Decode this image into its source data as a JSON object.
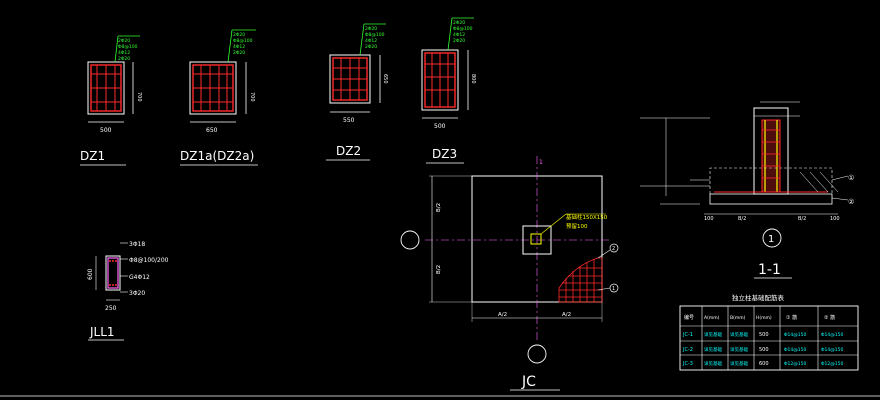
{
  "drawing": {
    "colors": {
      "background": "#000000",
      "outline": "#ffffff",
      "rebar": "#ff2a2a",
      "annotation": "#33ff33",
      "dimension": "#ffffff",
      "centerline": "#ff66ff",
      "highlight": "#ffff00",
      "axis_bubble": "#ffffff"
    },
    "columns": [
      {
        "name": "DZ1",
        "width": "500",
        "height": "700",
        "rebar_note": [
          "2Φ20",
          "Φ8@100",
          "4Φ12",
          "2Φ20"
        ]
      },
      {
        "name": "DZ1a(DZ2a)",
        "width": "650",
        "height": "700",
        "rebar_note": [
          "2Φ20",
          "Φ8@100",
          "4Φ12",
          "2Φ20"
        ]
      },
      {
        "name": "DZ2",
        "width": "550",
        "height": "650",
        "rebar_note": [
          "2Φ20",
          "Φ8@100",
          "4Φ12",
          "2Φ20"
        ]
      },
      {
        "name": "DZ3",
        "width": "500",
        "height": "800",
        "rebar_note": [
          "2Φ20",
          "Φ8@100",
          "4Φ12",
          "2Φ20"
        ]
      }
    ],
    "beam": {
      "name": "JLL1",
      "width": "250",
      "height": "600",
      "notes": [
        "3Φ18",
        "Φ8@100/200",
        "G4Φ12",
        "3Φ20"
      ]
    },
    "foundation_plan": {
      "name": "JC",
      "dim_half_x": "A/2",
      "dim_half_y": "B/2",
      "column_note": [
        "基础柱150X150",
        "预留100"
      ],
      "section_tag": "1",
      "bubble_1": "1",
      "bubble_2": "2"
    },
    "section": {
      "name": "1-1",
      "bubble": "1",
      "tags": [
        "①",
        "②"
      ],
      "dims_bottom": [
        "100",
        "B/2",
        "B/2",
        "100"
      ]
    },
    "table": {
      "title": "独立柱基础配筋表",
      "headers": [
        "编号",
        "A(mm)",
        "B(mm)",
        "H(mm)",
        "① 筋",
        "② 筋"
      ],
      "rows": [
        [
          "JC-1",
          "详见基础",
          "详见基础",
          "500",
          "Φ14@150",
          "Φ14@150"
        ],
        [
          "JC-2",
          "详见基础",
          "详见基础",
          "500",
          "Φ14@150",
          "Φ14@150"
        ],
        [
          "JC-3",
          "详见基础",
          "详见基础",
          "600",
          "Φ12@150",
          "Φ12@150"
        ]
      ]
    }
  }
}
